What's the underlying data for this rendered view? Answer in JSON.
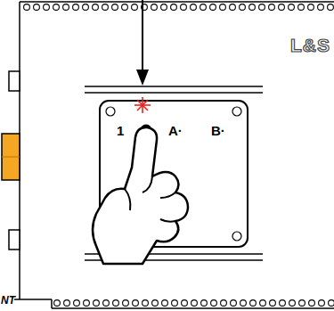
{
  "diagram": {
    "labels": [
      "L&S",
      "1",
      "A·",
      "B·",
      "NT"
    ]
  }
}
